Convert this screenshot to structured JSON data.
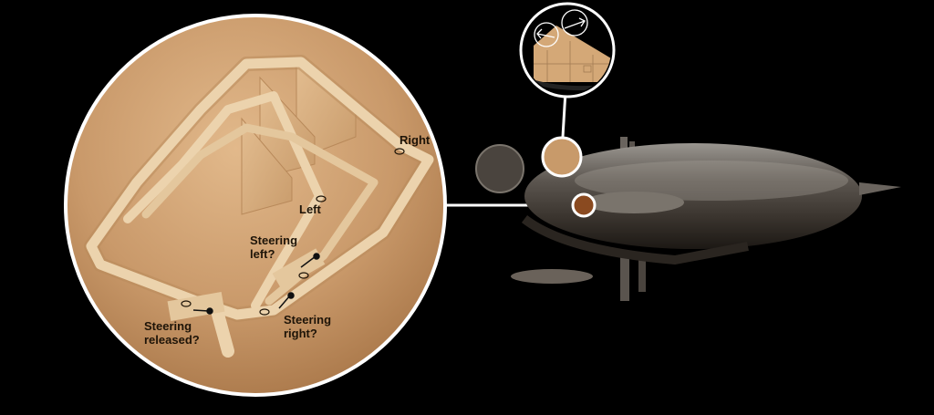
{
  "labels": {
    "right": "Right",
    "left": "Left",
    "steering_left": [
      "Steering",
      "left?"
    ],
    "steering_right": [
      "Steering",
      "right?"
    ],
    "steering_released": [
      "Steering",
      "released?"
    ]
  },
  "icons": {
    "arrow_left": "arrow-left-icon",
    "arrow_right": "arrow-right-icon"
  },
  "colors": {
    "background": "#000000",
    "callout_stroke": "#ffffff",
    "wood_bg": "#c89a6a",
    "track": "#ecd3ad",
    "label": "#1e1408"
  }
}
